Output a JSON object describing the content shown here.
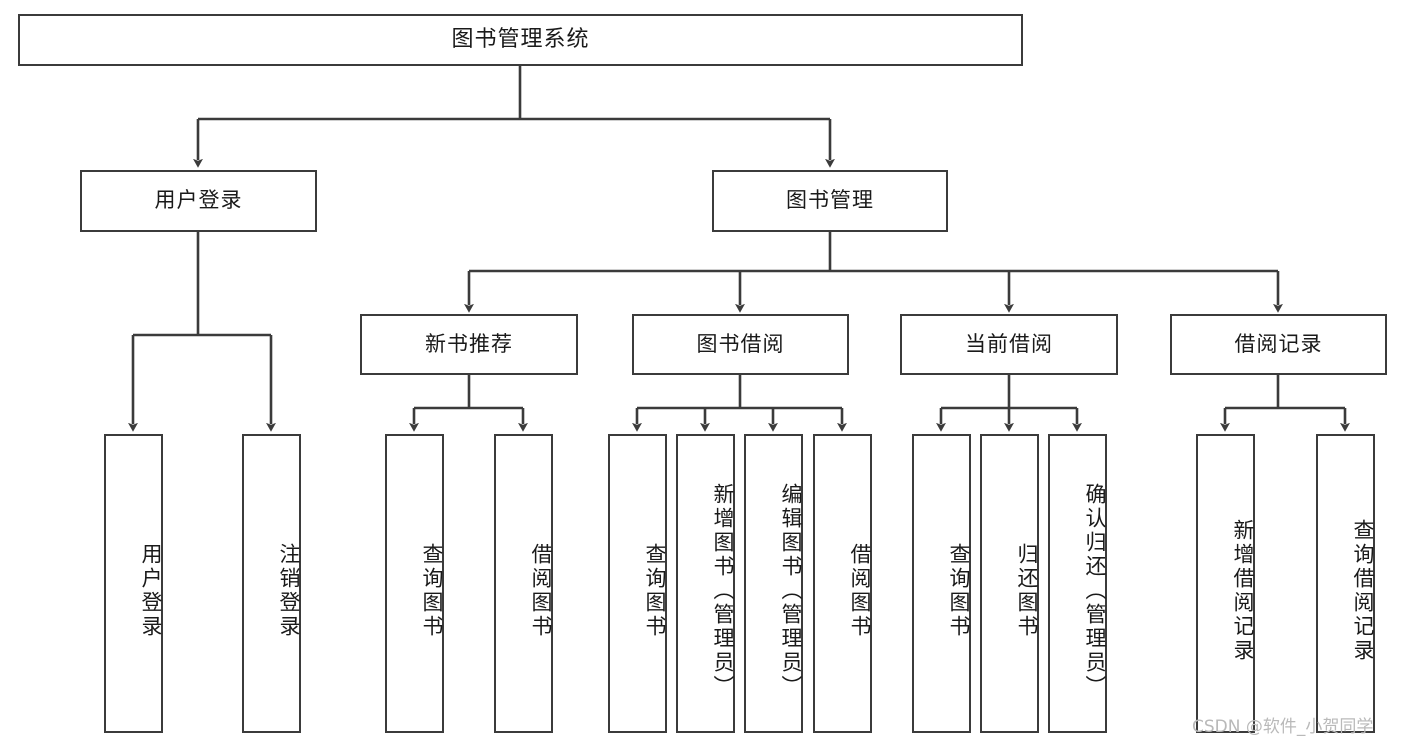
{
  "diagram": {
    "title": "图书管理系统",
    "watermark": "CSDN @软件_小贺同学",
    "stroke_color": "#3b3b3b",
    "background_color": "#ffffff",
    "text_color": "#1a1a1a",
    "watermark_color": "#b9b9b9",
    "type": "tree-hierarchy",
    "levels": 4
  },
  "root": {
    "label": "图书管理系统"
  },
  "level2": [
    {
      "label": "用户登录"
    },
    {
      "label": "图书管理"
    }
  ],
  "level3": [
    {
      "label": "新书推荐"
    },
    {
      "label": "图书借阅"
    },
    {
      "label": "当前借阅"
    },
    {
      "label": "借阅记录"
    }
  ],
  "leaves": {
    "user_login": [
      {
        "label": "用户登录"
      },
      {
        "label": "注销登录"
      }
    ],
    "new_book_recommend": [
      {
        "label": "查询图书"
      },
      {
        "label": "借阅图书"
      }
    ],
    "book_borrow": [
      {
        "label": "查询图书"
      },
      {
        "label": "新增图书（管理员）"
      },
      {
        "label": "编辑图书（管理员）"
      },
      {
        "label": "借阅图书"
      }
    ],
    "current_borrow": [
      {
        "label": "查询图书"
      },
      {
        "label": "归还图书"
      },
      {
        "label": "确认归还（管理员）"
      }
    ],
    "borrow_record": [
      {
        "label": "新增借阅记录"
      },
      {
        "label": "查询借阅记录"
      }
    ]
  }
}
